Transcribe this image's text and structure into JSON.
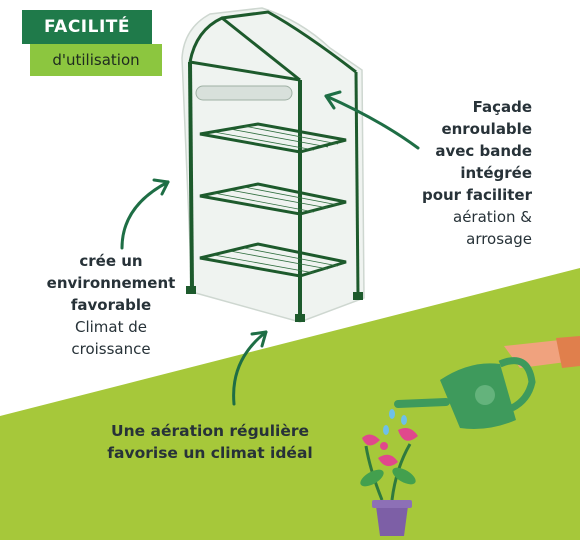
{
  "badge": {
    "title": "FACILITÉ",
    "subtitle": "d'utilisation"
  },
  "callouts": {
    "facade": {
      "bold_lines": [
        "Façade",
        "enroulable",
        "avec bande",
        "intégrée",
        "pour faciliter"
      ],
      "light_lines": [
        "aération &",
        "arrosage"
      ]
    },
    "environment": {
      "bold_lines": [
        "crée un",
        "environnement",
        "favorable"
      ],
      "light_lines": [
        "Climat de",
        "croissance"
      ]
    },
    "aeration": {
      "bold_lines": [
        "Une aération régulière",
        "favorise un climat idéal"
      ]
    }
  },
  "colors": {
    "badge_dark_green": "#1f7a4a",
    "badge_light_green": "#8cc63f",
    "ground_green": "#a6c83a",
    "arrow_green": "#1e6e45",
    "text_dark": "#273238",
    "frame_green": "#1d5a2c",
    "watering_can": "#3e9a5c",
    "flower_pink": "#e0488c",
    "pot_purple": "#7d5fa6"
  },
  "icons": [
    "greenhouse-image",
    "watering-can-icon",
    "flower-pot-icon",
    "curved-arrow-icon"
  ]
}
